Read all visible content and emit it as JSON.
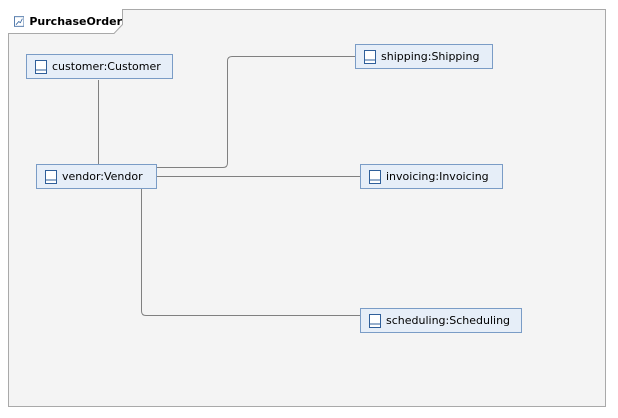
{
  "frame": {
    "title": "PurchaseOrder",
    "icon": "diagram-icon"
  },
  "nodes": {
    "customer": {
      "label": "customer:Customer",
      "icon": "part-icon"
    },
    "vendor": {
      "label": "vendor:Vendor",
      "icon": "part-icon"
    },
    "shipping": {
      "label": "shipping:Shipping",
      "icon": "part-icon"
    },
    "invoicing": {
      "label": "invoicing:Invoicing",
      "icon": "part-icon"
    },
    "scheduling": {
      "label": "scheduling:Scheduling",
      "icon": "part-icon"
    }
  },
  "connectors": [
    {
      "from": "customer",
      "to": "vendor"
    },
    {
      "from": "vendor",
      "to": "shipping"
    },
    {
      "from": "vendor",
      "to": "invoicing"
    },
    {
      "from": "vendor",
      "to": "scheduling"
    }
  ],
  "colors": {
    "node_fill": "#e6eef8",
    "node_border": "#7a9cc6",
    "connector": "#808080",
    "frame_fill": "#f4f4f4",
    "frame_border": "#a9a9a9"
  }
}
